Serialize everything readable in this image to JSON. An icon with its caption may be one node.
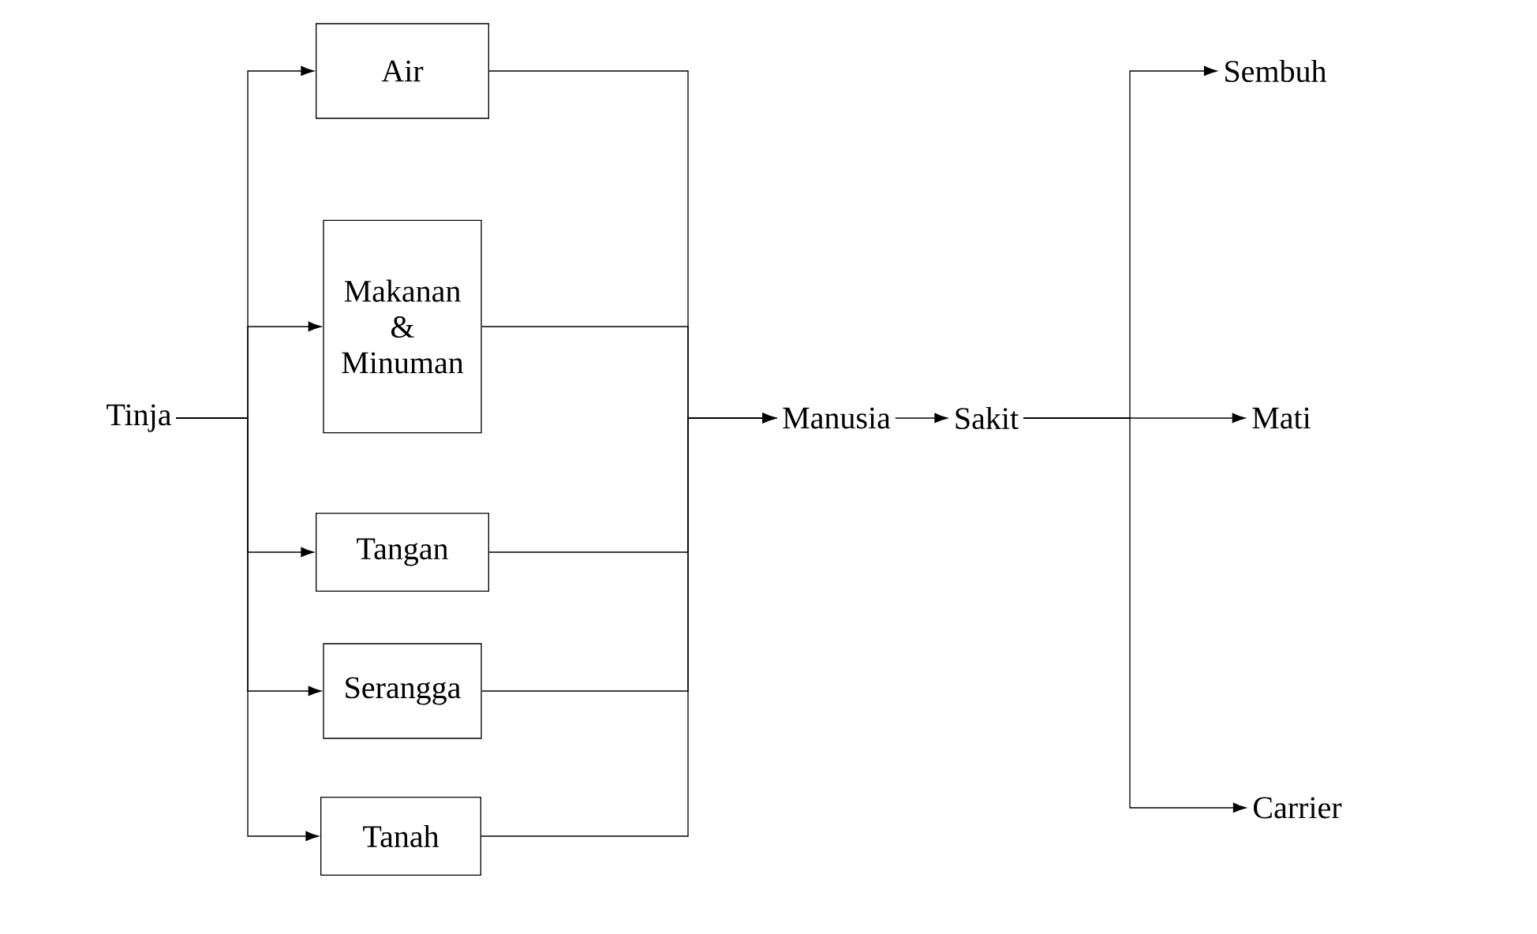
{
  "diagram": {
    "nodes": [
      {
        "text": [
          "Tinja"
        ]
      },
      {
        "text": [
          "Air"
        ]
      },
      {
        "text": [
          "Makanan & Minuman"
        ]
      },
      {
        "text": [
          "Tangan"
        ]
      },
      {
        "text": [
          "Serangga"
        ]
      },
      {
        "text": [
          "Tanah"
        ]
      },
      {
        "text": [
          "Manusia"
        ]
      },
      {
        "text": [
          "Sakit"
        ]
      },
      {
        "text": [
          "Sembuh"
        ]
      },
      {
        "text": [
          "Mati"
        ]
      },
      {
        "text": [
          "Carrier"
        ]
      }
    ],
    "edges": [
      {
        "from": 0,
        "to": 1,
        "arrow": "to"
      },
      {
        "from": 0,
        "to": 2,
        "arrow": "to"
      },
      {
        "from": 0,
        "to": 3,
        "arrow": "to"
      },
      {
        "from": 0,
        "to": 4,
        "arrow": "to"
      },
      {
        "from": 0,
        "to": 5,
        "arrow": "to"
      },
      {
        "from": 1,
        "to": 6,
        "arrow": "to"
      },
      {
        "from": 2,
        "to": 6,
        "arrow": "to"
      },
      {
        "from": 3,
        "to": 6,
        "arrow": "to"
      },
      {
        "from": 4,
        "to": 6,
        "arrow": "to"
      },
      {
        "from": 5,
        "to": 6,
        "arrow": "to"
      },
      {
        "from": 6,
        "to": 7,
        "arrow": "to"
      },
      {
        "from": 7,
        "to": 8,
        "arrow": "to"
      },
      {
        "from": 7,
        "to": 9,
        "arrow": "to"
      },
      {
        "from": 7,
        "to": 10,
        "arrow": "to"
      }
    ]
  }
}
